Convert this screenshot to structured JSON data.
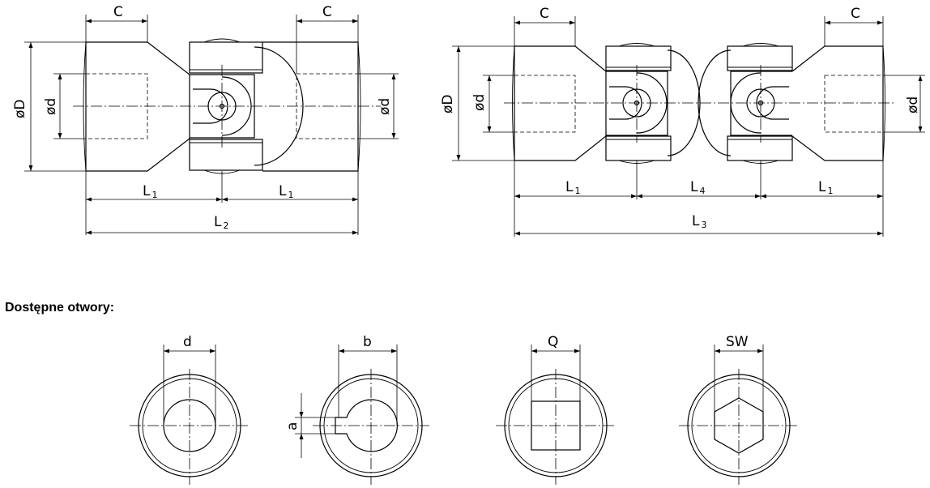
{
  "heading": "Dostępne otwory:",
  "single_joint": {
    "labels": {
      "c": "C",
      "D": "D",
      "d": "d",
      "L1": "L",
      "L1_sub": "1",
      "L2": "L",
      "L2_sub": "2",
      "diam": "ø"
    }
  },
  "double_joint": {
    "labels": {
      "c": "C",
      "D": "D",
      "d": "d",
      "L1": "L",
      "L1_sub": "1",
      "L3": "L",
      "L3_sub": "3",
      "L4": "L",
      "L4_sub": "4",
      "diam": "ø"
    }
  },
  "bores": [
    {
      "name": "round-bore",
      "label": "d"
    },
    {
      "name": "keyed-bore",
      "label": "b",
      "side_label": "a"
    },
    {
      "name": "square-bore",
      "label": "Q"
    },
    {
      "name": "hex-bore",
      "label": "SW"
    }
  ]
}
